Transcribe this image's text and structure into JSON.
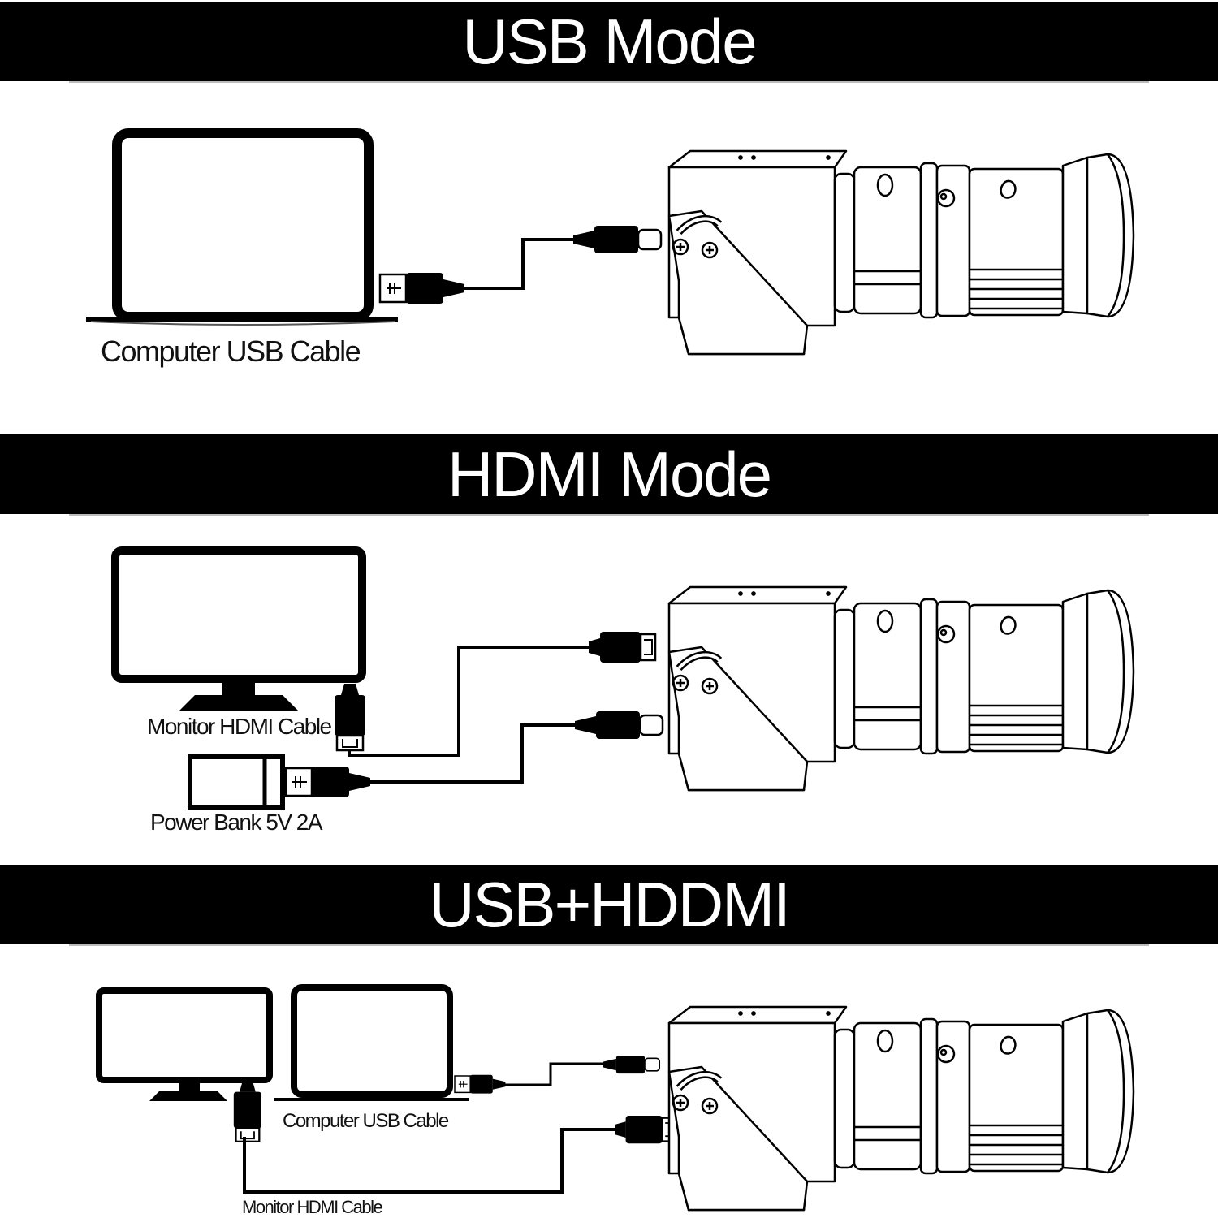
{
  "sections": [
    {
      "title": "USB Mode",
      "labels": [
        "Computer USB Cable"
      ]
    },
    {
      "title": "HDMI Mode",
      "labels": [
        "Monitor HDMI Cable",
        "Power Bank 5V 2A"
      ]
    },
    {
      "title": "USB+HDDMI",
      "labels": [
        "Computer USB Cable",
        "Monitor HDMI Cable"
      ]
    }
  ],
  "colors": {
    "banner_bg": "#000000",
    "banner_text": "#ffffff",
    "line": "#000000"
  },
  "icons": [
    "laptop-icon",
    "monitor-icon",
    "power-bank-icon",
    "usb-a-plug-icon",
    "usb-c-plug-icon",
    "hdmi-plug-icon",
    "camera-icon"
  ]
}
